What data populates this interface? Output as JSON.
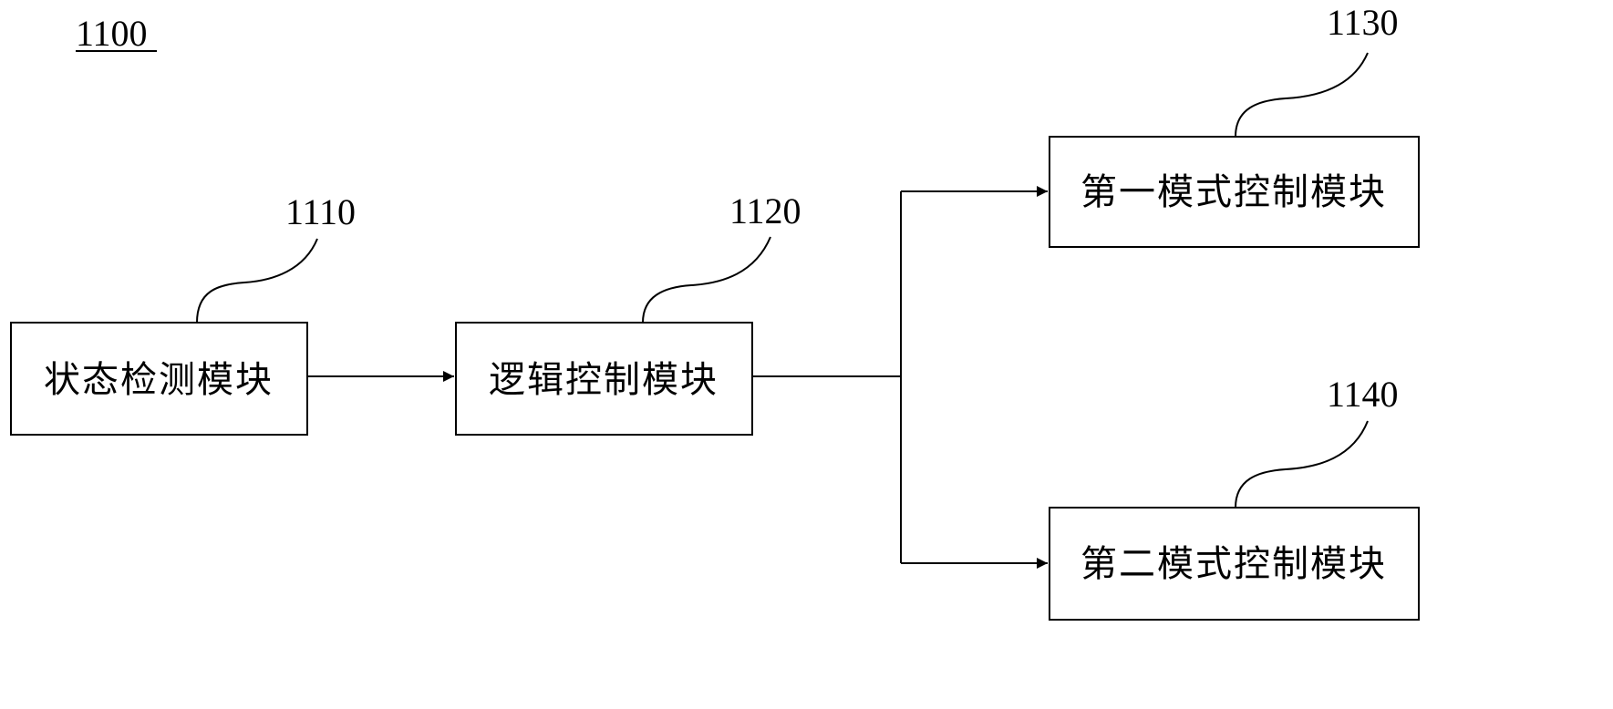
{
  "diagram": {
    "figure_label": "1100",
    "modules": [
      {
        "ref": "1110",
        "label": "状态检测模块"
      },
      {
        "ref": "1120",
        "label": "逻辑控制模块"
      },
      {
        "ref": "1130",
        "label": "第一模式控制模块"
      },
      {
        "ref": "1140",
        "label": "第二模式控制模块"
      }
    ],
    "connections": [
      {
        "from": "1110",
        "to": "1120"
      },
      {
        "from": "1120",
        "to": "1130"
      },
      {
        "from": "1120",
        "to": "1140"
      }
    ],
    "colors": {
      "line": "#000000",
      "background": "#ffffff"
    }
  }
}
